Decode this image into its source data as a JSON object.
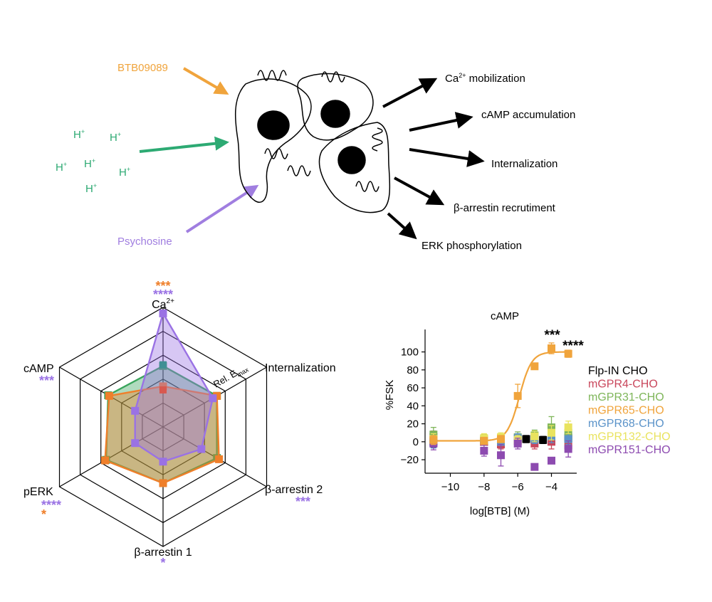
{
  "colors": {
    "btb": "#f0a43c",
    "proton": "#2daa73",
    "psychosine": "#a07ee0",
    "black": "#000000",
    "radar_green": "#3aa55c",
    "radar_orange": "#ef7f2a",
    "radar_purple": "#9a72e4",
    "radar_teal": "#3f8f94",
    "radar_red": "#d8584f",
    "radar_grid": "#000000"
  },
  "schematic": {
    "ligands": {
      "btb": "BTB09089",
      "psychosine": "Psychosine",
      "proton": "H",
      "proton_charge": "+"
    },
    "outputs": [
      {
        "label": "Ca",
        "sup": "2+",
        "tail": " mobilization"
      },
      {
        "label": "cAMP accumulation"
      },
      {
        "label": "Internalization"
      },
      {
        "label": "β-arrestin recrutiment"
      },
      {
        "label": "ERK phosphorylation"
      }
    ]
  },
  "radar": {
    "scale_label": "Rel. E",
    "scale_sub": "max",
    "axes": [
      {
        "label": "Ca",
        "sup": "2+",
        "stars": [
          {
            "text": "***",
            "color": "orange"
          },
          {
            "text": "****",
            "color": "purple"
          }
        ]
      },
      {
        "label": "Internalization",
        "stars": []
      },
      {
        "label": "β-arrestin 2",
        "stars": [
          {
            "text": "***",
            "color": "purple"
          }
        ]
      },
      {
        "label": "β-arrestin 1",
        "stars": [
          {
            "text": "*",
            "color": "purple"
          }
        ]
      },
      {
        "label": "pERK",
        "stars": [
          {
            "text": "****",
            "color": "purple"
          },
          {
            "text": "*",
            "color": "orange"
          }
        ]
      },
      {
        "label": "cAMP",
        "stars": [
          {
            "text": "***",
            "color": "purple"
          }
        ]
      }
    ],
    "series": [
      {
        "color": "green",
        "values": [
          0.51,
          0.52,
          0.52,
          0.47,
          0.55,
          0.53
        ]
      },
      {
        "color": "orange",
        "values": [
          0.34,
          0.52,
          0.54,
          0.47,
          0.56,
          0.52
        ]
      },
      {
        "color": "purple",
        "values": [
          0.95,
          0.48,
          0.37,
          0.29,
          0.27,
          0.27
        ]
      },
      {
        "color": "teal",
        "values": [
          0.52,
          0.0,
          0.0,
          0.0,
          0.0,
          0.0
        ]
      },
      {
        "color": "red",
        "values": [
          0.31,
          0.0,
          0.0,
          0.0,
          0.0,
          0.0
        ]
      }
    ],
    "rings": 5
  },
  "chart_data": {
    "type": "scatter",
    "title": "cAMP",
    "xlabel": "log[BTB] (M)",
    "ylabel": "%FSK",
    "xlim": [
      -11.5,
      -2.5
    ],
    "ylim": [
      -35,
      125
    ],
    "xticks": [
      -10,
      -8,
      -6,
      -4
    ],
    "yticks": [
      -20,
      0,
      20,
      40,
      60,
      80,
      100
    ],
    "series": [
      {
        "name": "Flp-IN CHO",
        "color": "#000000",
        "x": [
          -11,
          -8,
          -7,
          -5.5,
          -4.5,
          -4,
          -3
        ],
        "y": [
          0,
          0,
          1,
          3,
          2,
          3,
          4
        ],
        "err": [
          6,
          3,
          3,
          4,
          4,
          5,
          5
        ]
      },
      {
        "name": "mGPR4-CHO",
        "color": "#c9475c",
        "x": [
          -11,
          -8,
          -7,
          -6,
          -5,
          -4,
          -3
        ],
        "y": [
          5,
          0,
          -3,
          1,
          -2,
          0,
          -4
        ],
        "err": [
          7,
          4,
          5,
          5,
          6,
          8,
          7
        ]
      },
      {
        "name": "mGPR31-CHO",
        "color": "#7fb65a",
        "x": [
          -11,
          -8,
          -7,
          -6,
          -5,
          -4,
          -3
        ],
        "y": [
          8,
          3,
          2,
          5,
          7,
          16,
          10
        ],
        "err": [
          8,
          5,
          5,
          6,
          6,
          12,
          8
        ]
      },
      {
        "name": "mGPR65-CHO",
        "color": "#f0a43c",
        "x": [
          -11,
          -8,
          -7,
          -6,
          -5,
          -4,
          -3
        ],
        "y": [
          2,
          1,
          3,
          51,
          84,
          104,
          98
        ],
        "err": [
          5,
          4,
          4,
          13,
          3,
          6,
          4
        ]
      },
      {
        "name": "mGPR68-CHO",
        "color": "#5b93c9",
        "x": [
          -11,
          -8,
          -7,
          -6,
          -5,
          -4,
          -3
        ],
        "y": [
          -1,
          2,
          0,
          4,
          3,
          6,
          3
        ],
        "err": [
          6,
          4,
          4,
          5,
          5,
          7,
          6
        ]
      },
      {
        "name": "mGPR132-CHO",
        "color": "#e9e35f",
        "x": [
          -11,
          -8,
          -7,
          -6,
          -5,
          -4,
          -3
        ],
        "y": [
          3,
          4,
          5,
          2,
          6,
          10,
          16
        ],
        "err": [
          6,
          5,
          5,
          5,
          6,
          8,
          7
        ]
      },
      {
        "name": "mGPR151-CHO",
        "color": "#8d4bb0",
        "x": [
          -11,
          -8,
          -7,
          -6,
          -5,
          -4,
          -3
        ],
        "y": [
          -2,
          -10,
          -15,
          -2,
          -28,
          -21,
          -8
        ],
        "err": [
          7,
          6,
          12,
          6,
          2,
          3,
          9
        ]
      }
    ],
    "fit": {
      "series": "mGPR65-CHO",
      "bottom": 1,
      "top": 100,
      "logEC50": -5.9,
      "hill": 1.2
    },
    "significance": [
      {
        "x": -4,
        "text": "***"
      },
      {
        "x": -3,
        "text": "****"
      }
    ]
  }
}
